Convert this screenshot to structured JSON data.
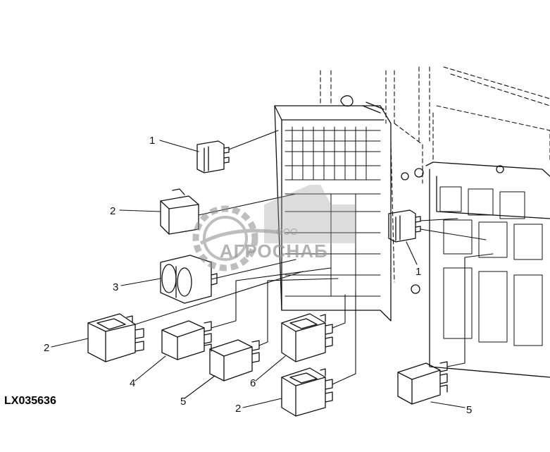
{
  "figure": {
    "reference_code": "LX035636"
  },
  "callouts": [
    {
      "id": "c1a",
      "label": "1"
    },
    {
      "id": "c2a",
      "label": "2"
    },
    {
      "id": "c3",
      "label": "3"
    },
    {
      "id": "c2b",
      "label": "2"
    },
    {
      "id": "c4",
      "label": "4"
    },
    {
      "id": "c5a",
      "label": "5"
    },
    {
      "id": "c6",
      "label": "6"
    },
    {
      "id": "c2c",
      "label": "2"
    },
    {
      "id": "c1b",
      "label": "1"
    },
    {
      "id": "c5b",
      "label": "5"
    }
  ],
  "watermark": {
    "company_prefix": "ООО",
    "company_name": "АГРОСНАБ"
  }
}
